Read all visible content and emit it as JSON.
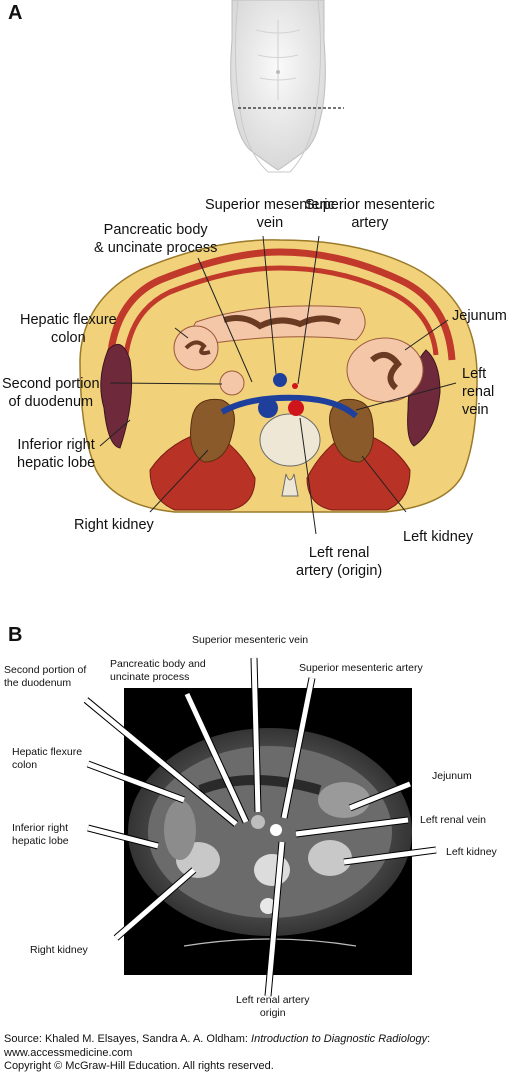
{
  "panel_a": {
    "letter": "A",
    "labels": {
      "sm_vein": "Superior mesenteric\nvein",
      "sm_artery": "Superior mesenteric\nartery",
      "pancreas": "Pancreatic body\n& uncinate process",
      "hepatic_flexure": "Hepatic flexure\ncolon",
      "jejunum": "Jejunum",
      "duodenum": "Second portion\nof duodenum",
      "left_renal_vein": "Left\nrenal\nvein",
      "hepatic_lobe": "Inferior right\nhepatic lobe",
      "right_kidney": "Right kidney",
      "left_kidney": "Left kidney",
      "left_renal_artery": "Left renal\nartery (origin)"
    }
  },
  "panel_b": {
    "letter": "B",
    "labels": {
      "sm_vein": "Superior mesenteric vein",
      "duodenum": "Second portion of\nthe duodenum",
      "pancreas": "Pancreatic body and\nuncinate process",
      "sm_artery": "Superior mesenteric artery",
      "hepatic_flexure": "Hepatic flexure\ncolon",
      "jejunum": "Jejunum",
      "hepatic_lobe": "Inferior right\nhepatic lobe",
      "left_renal_vein": "Left renal vein",
      "left_kidney": "Left kidney",
      "right_kidney": "Right kidney",
      "left_renal_artery": "Left renal artery\norigin"
    }
  },
  "footer": {
    "source_prefix": "Source: Khaled M. Elsayes, Sandra A. A. Oldham: ",
    "book_title": "Introduction to Diagnostic Radiology",
    "source_suffix": ":",
    "url": "www.accessmedicine.com",
    "copyright": "Copyright © McGraw-Hill Education. All rights reserved."
  },
  "colors": {
    "fat": "#f1d27a",
    "muscle": "#c0392b",
    "liver": "#6e2a3a",
    "kidney": "#8b5a2b",
    "vein": "#1f3f9c",
    "artery": "#d0141c",
    "bowel": "#f4c7a8",
    "ct_background": "#000000"
  }
}
